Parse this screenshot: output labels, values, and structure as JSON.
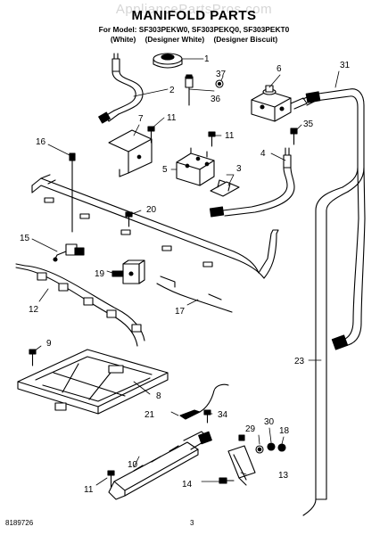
{
  "header": {
    "watermark": "AppliancePartsPros.com",
    "title": "MANIFOLD PARTS",
    "model_line": "For Model: SF303PEKW0, SF303PEKQ0, SF303PEKT0",
    "colors": [
      "(White)",
      "(Designer White)",
      "(Designer Biscuit)"
    ]
  },
  "callouts": {
    "c1": "1",
    "c2": "2",
    "c3": "3",
    "c4": "4",
    "c5": "5",
    "c6": "6",
    "c7": "7",
    "c8": "8",
    "c9": "9",
    "c10": "10",
    "c11a": "11",
    "c11b": "11",
    "c11c": "11",
    "c12": "12",
    "c13": "13",
    "c14": "14",
    "c15": "15",
    "c16": "16",
    "c17": "17",
    "c18": "18",
    "c19": "19",
    "c20": "20",
    "c21": "21",
    "c23": "23",
    "c29": "29",
    "c30": "30",
    "c31": "31",
    "c34": "34",
    "c35": "35",
    "c36": "36",
    "c37": "37"
  },
  "footer": {
    "doc_number": "8189726",
    "page_number": "3"
  }
}
